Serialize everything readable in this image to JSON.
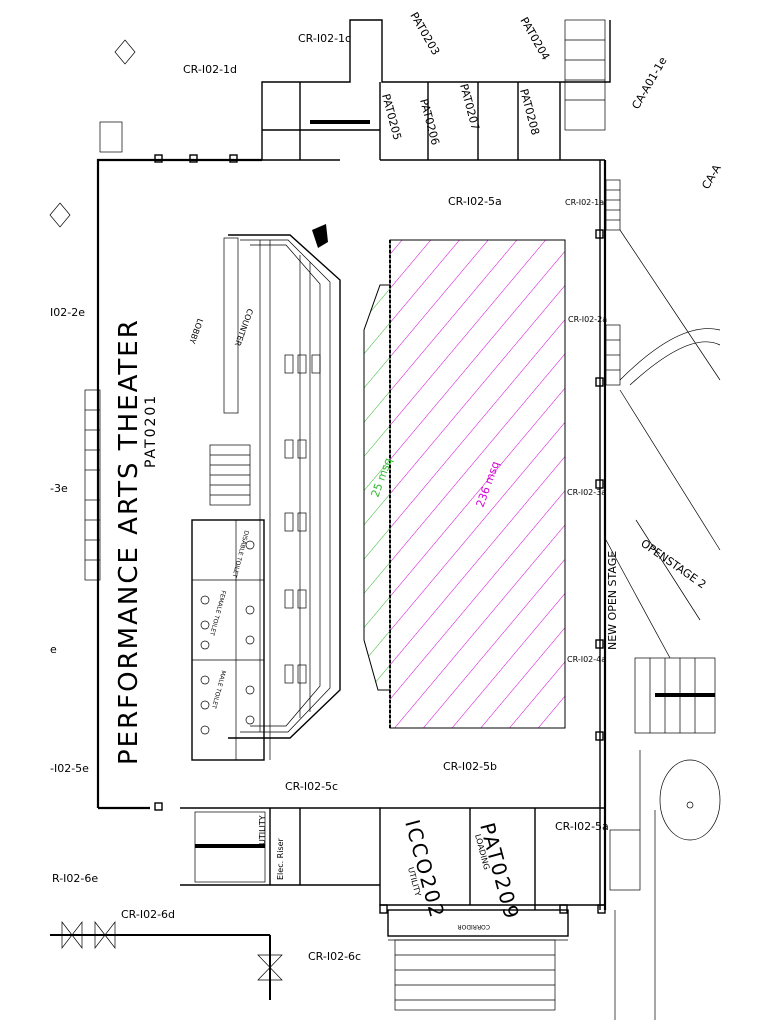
{
  "theater": {
    "title": "PERFORMANCE ARTS THEATER",
    "code": "PAT0201"
  },
  "areas": {
    "stage_area": "236 msq",
    "forestage_area": "25 msq"
  },
  "rooms": {
    "lobby": "LOBBY",
    "counter": "COUNTER",
    "new_open_stage": "NEW OPEN STAGE",
    "open_stage_2": "OPENSTAGE 2",
    "icco202": "ICCO202",
    "pat0209": "PAT0209",
    "loading": "LOADING",
    "utility_bottom": "UTILITY",
    "utility_left": "UTILITY",
    "elec_riser": "Elec. Riser",
    "corridor": "CORRIDOR",
    "pat0205": "PAT0205",
    "pat0206": "PAT0206",
    "pat0207": "PAT0207",
    "pat0208": "PAT0208",
    "pat0203": "PAT0203",
    "pat0204": "PAT0204",
    "disable_toilet": "DISABLE TOILET",
    "female_toilet": "FEMALE TOILET",
    "male_toilet": "MALE TOILET"
  },
  "codes": {
    "cr_102_1c": "CR-I02-1c",
    "cr_102_1d": "CR-I02-1d",
    "ca_a01_1e": "CA-A01-1e",
    "ca_a_partial": "CA-A",
    "cr_102_5a_top": "CR-I02-5a",
    "cr_102_1a": "CR-I02-1a",
    "cr_102_2a": "CR-I02-2a",
    "cr_102_3a": "CR-I02-3a",
    "cr_102_4a": "CR-I02-4a",
    "cr_102_5a_bottom": "CR-I02-5a",
    "cr_102_5b": "CR-I02-5b",
    "cr_102_5c": "CR-I02-5c",
    "cr_102_6d": "CR-I02-6d",
    "cr_102_6c": "CR-I02-6c",
    "r_102_6e": "R-I02-6e",
    "i02_2e": "I02-2e",
    "i02_3e": "-3e",
    "i02_e": "e",
    "i02_5e": "-I02-5e"
  }
}
